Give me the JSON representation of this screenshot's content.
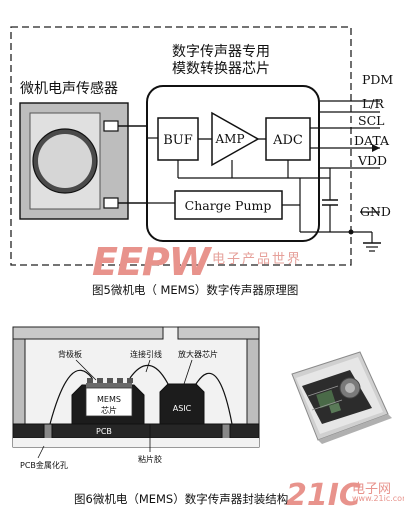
{
  "figure1": {
    "chip_title_line1": "数字传声器专用",
    "chip_title_line2": "模数转换器芯片",
    "sensor_title": "微机电声传感器",
    "buf": "BUF",
    "amp": "AMP",
    "adc": "ADC",
    "charge_pump": "Charge Pump",
    "pins": [
      "PDM",
      "L/R",
      "SCL",
      "DATA",
      "VDD",
      "GND"
    ],
    "caption": "图5微机电（ MEMS）数字传声器原理图"
  },
  "figure2": {
    "labels": {
      "backplate": "背极板",
      "wire": "连接引线",
      "amp_chip": "放大器芯片",
      "mems_line1": "MEMS",
      "mems_line2": "芯片",
      "asic": "ASIC",
      "pcb": "PCB",
      "pcb_hole": "PCB金属化孔",
      "adhesive": "粘片胶"
    },
    "caption": "图6微机电（MEMS）数字传声器封装结构"
  },
  "watermarks": {
    "eepw": "EEPW",
    "eepw_cn": "电子产品世界",
    "site_a": "21IC",
    "site_b": "电子网",
    "site_url": "www.21ic.com"
  }
}
